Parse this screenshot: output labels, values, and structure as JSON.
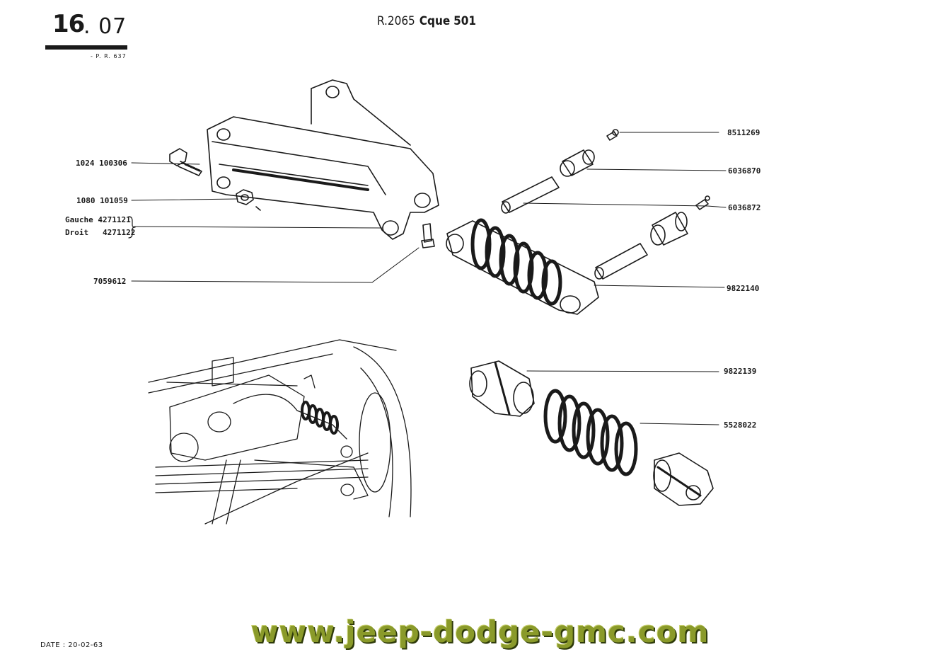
{
  "header": {
    "section_major": "16",
    "section_minor": ". 07",
    "plate_ref": "- P. R. 637",
    "model_ref": {
      "prefix": "R.2065",
      "label": "Cque",
      "number": "501"
    }
  },
  "callouts": [
    {
      "part": "1024 100306"
    },
    {
      "part": "1080 101059"
    },
    {
      "part": "Gauche 4271121"
    },
    {
      "part": "Droit   4271122"
    },
    {
      "part": "7059612"
    },
    {
      "part": "8511269"
    },
    {
      "part": "6036870"
    },
    {
      "part": "6036872"
    },
    {
      "part": "9822140"
    },
    {
      "part": "9822139"
    },
    {
      "part": "5528022"
    }
  ],
  "footer": {
    "date": "DATE : 20-02-63",
    "watermark": "www.jeep-dodge-gmc.com"
  },
  "colors": {
    "ink": "#1a1a1a",
    "watermark_fill": "#8a9a2a",
    "watermark_shadow": "#2e3a0a"
  }
}
